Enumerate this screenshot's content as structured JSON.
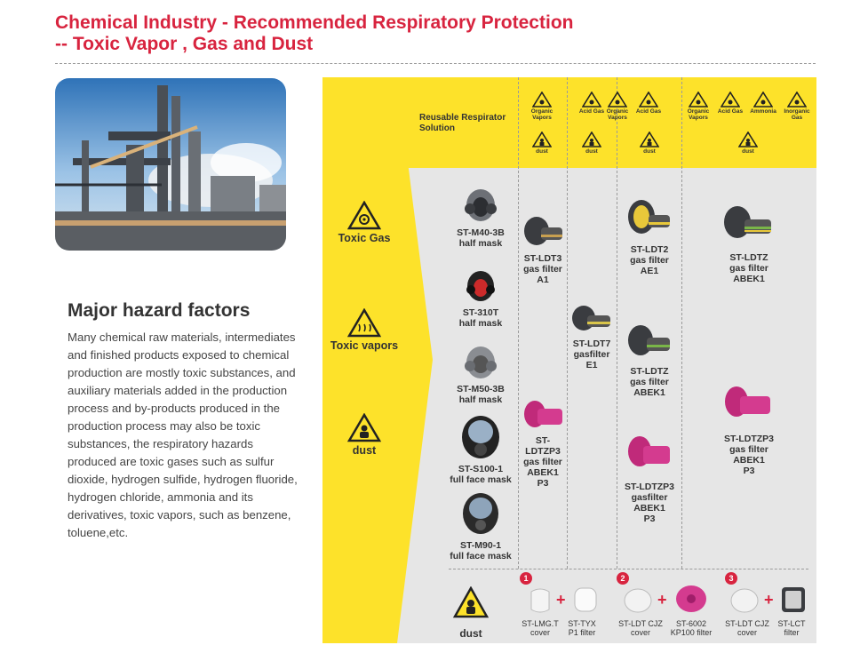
{
  "title": {
    "line1": "Chemical Industry - Recommended Respiratory Protection",
    "line2": "-- Toxic Vapor , Gas and Dust"
  },
  "hazards": {
    "heading": "Major hazard factors",
    "text": "Many chemical raw materials, intermediates and finished products exposed to chemical production are mostly toxic substances, and auxiliary materials added in the production process and by-products produced in the production process may also be toxic substances, the respiratory hazards produced are toxic gases such as sulfur dioxide, hydrogen sulfide, hydrogen fluoride, hydrogen chloride, ammonia and its derivatives, toxic vapors, such as benzene, toluene,etc."
  },
  "header": {
    "reusable_line1": "Reusable Respirator",
    "reusable_line2": "Solution",
    "col1": {
      "top1": "Organic",
      "top2": "Vapors",
      "bottom": "dust"
    },
    "col2": {
      "top1": "Acid Gas",
      "bottom": "dust"
    },
    "col3": {
      "top_a1": "Organic",
      "top_a2": "Vapors",
      "top_b": "Acid Gas",
      "bottom": "dust"
    },
    "col4": {
      "a1": "Organic",
      "a2": "Vapors",
      "b": "Acid Gas",
      "c": "Ammonia",
      "d1": "Inorganic",
      "d2": "Gas",
      "bottom": "dust"
    }
  },
  "side_hazards": {
    "toxic_gas": "Toxic Gas",
    "toxic_vapors": "Toxic vapors",
    "dust": "dust"
  },
  "masks": [
    {
      "model": "ST-M40-3B",
      "type": "half mask"
    },
    {
      "model": "ST-310T",
      "type": "half mask"
    },
    {
      "model": "ST-M50-3B",
      "type": "half mask"
    },
    {
      "model": "ST-S100-1",
      "type": "full face mask"
    },
    {
      "model": "ST-M90-1",
      "type": "full face mask"
    }
  ],
  "filters": {
    "ldt3": {
      "l1": "ST-LDT3",
      "l2": "gas filter",
      "l3": "A1"
    },
    "ldtzp3_a": {
      "l1": "ST-LDTZP3",
      "l2": "gas filter",
      "l3": "ABEK1",
      "l4": "P3"
    },
    "ldt7": {
      "l1": "ST-LDT7",
      "l2": "gasfilter",
      "l3": "E1"
    },
    "ldt2": {
      "l1": "ST-LDT2",
      "l2": "gas filter",
      "l3": "AE1"
    },
    "ldtz_mid": {
      "l1": "ST-LDTZ",
      "l2": "gas filter",
      "l3": "ABEK1"
    },
    "ldtzp3_b": {
      "l1": "ST-LDTZP3",
      "l2": "gasfilter",
      "l3": "ABEK1",
      "l4": "P3"
    },
    "ldtz_right": {
      "l1": "ST-LDTZ",
      "l2": "gas filter",
      "l3": "ABEK1"
    },
    "ldtzp3_c": {
      "l1": "ST-LDTZP3",
      "l2": "gas filter",
      "l3": "ABEK1",
      "l4": "P3"
    }
  },
  "dust_row": {
    "label": "dust",
    "n1": "1",
    "n2": "2",
    "n3": "3",
    "a1": {
      "l1": "ST-LMG.T",
      "l2": "cover"
    },
    "a2": {
      "l1": "ST-TYX",
      "l2": "P1 filter"
    },
    "b1": {
      "l1": "ST-LDT CJZ",
      "l2": "cover"
    },
    "b2": {
      "l1": "ST-6002",
      "l2": "KP100 filter"
    },
    "c1": {
      "l1": "ST-LDT CJZ",
      "l2": "cover"
    },
    "c2": {
      "l1": "ST-LCT",
      "l2": "filter"
    },
    "plus": "+"
  },
  "colors": {
    "accent": "#d8243f",
    "yellow": "#fde22a",
    "panel": "#e6e6e6"
  }
}
